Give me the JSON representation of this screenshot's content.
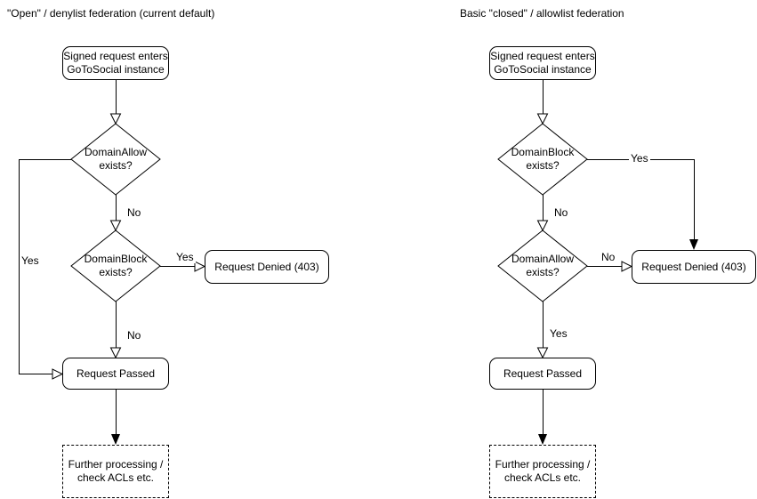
{
  "colors": {
    "stroke": "#000000",
    "background": "#ffffff",
    "text": "#000000"
  },
  "charts": {
    "left": {
      "title": "\"Open\" / denylist federation (current default)",
      "nodes": {
        "start": "Signed request enters\nGoToSocial instance",
        "decision1": "DomainAllow\nexists?",
        "decision2": "DomainBlock\nexists?",
        "denied": "Request Denied (403)",
        "passed": "Request Passed",
        "further": "Further processing /\ncheck ACLs etc."
      },
      "edge_labels": {
        "loop_yes": "Yes",
        "d1_no": "No",
        "d2_yes": "Yes",
        "d2_no": "No"
      }
    },
    "right": {
      "title": "Basic \"closed\" / allowlist federation",
      "nodes": {
        "start": "Signed request enters\nGoToSocial instance",
        "decision1": "DomainBlock\nexists?",
        "decision2": "DomainAllow\nexists?",
        "denied": "Request Denied (403)",
        "passed": "Request Passed",
        "further": "Further processing /\ncheck ACLs etc."
      },
      "edge_labels": {
        "d1_yes": "Yes",
        "d1_no": "No",
        "d2_no": "No",
        "d2_yes": "Yes"
      }
    }
  }
}
